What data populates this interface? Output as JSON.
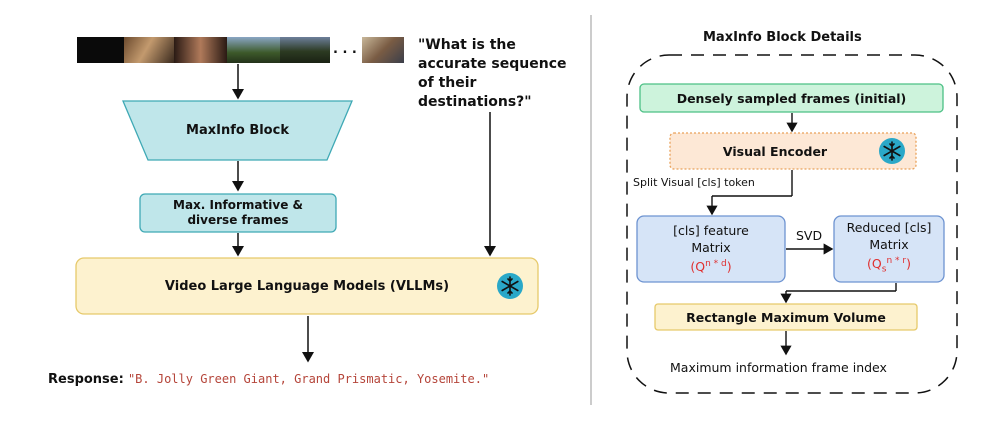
{
  "left": {
    "frames_ellipsis": ". . .",
    "question": "\"What is the accurate sequence of their destinations?\"",
    "question_lines": [
      "\"What is the",
      "accurate sequence",
      "of their",
      "destinations?\""
    ],
    "maxinfo_block": "MaxInfo Block",
    "informative_frames": "Max. Informative & diverse frames",
    "informative_lines": [
      "Max. Informative &",
      "diverse frames"
    ],
    "vllm": "Video Large Language Models (VLLMs)",
    "response_label": "Response:",
    "response_text": "\"B. Jolly Green Giant, Grand Prismatic, Yosemite.\""
  },
  "right": {
    "title": "MaxInfo Block Details",
    "dense_frames": "Densely sampled frames (initial)",
    "visual_encoder": "Visual Encoder",
    "split_label": "Split Visual [cls] token",
    "cls_matrix_lines": [
      "[cls] feature",
      "Matrix"
    ],
    "cls_matrix_formula": "(Q",
    "cls_matrix_sup": "n * d",
    "cls_matrix_close": ")",
    "svd": "SVD",
    "reduced_lines": [
      "Reduced [cls]",
      "Matrix"
    ],
    "reduced_formula": "(Q",
    "reduced_sub": "s",
    "reduced_sup": "n * r",
    "reduced_close": ")",
    "rect_max_volume": "Rectangle Maximum Volume",
    "max_info_index": "Maximum information frame index"
  },
  "colors": {
    "teal_fill": "#bfe6ea",
    "teal_stroke": "#3fa9b5",
    "yellow_fill": "#fdf2cf",
    "yellow_stroke": "#e6c96a",
    "green_fill": "#cdf3dc",
    "green_stroke": "#4cc085",
    "orange_fill": "#fde8d6",
    "orange_stroke": "#e9a15a",
    "blue_fill": "#d6e4f7",
    "blue_stroke": "#6d93d1",
    "response_red": "#b5453a",
    "formula_red": "#e03030",
    "snowflake": "#2aa8c8"
  },
  "icons": [
    "snowflake-icon",
    "video-frame-thumbnails"
  ]
}
